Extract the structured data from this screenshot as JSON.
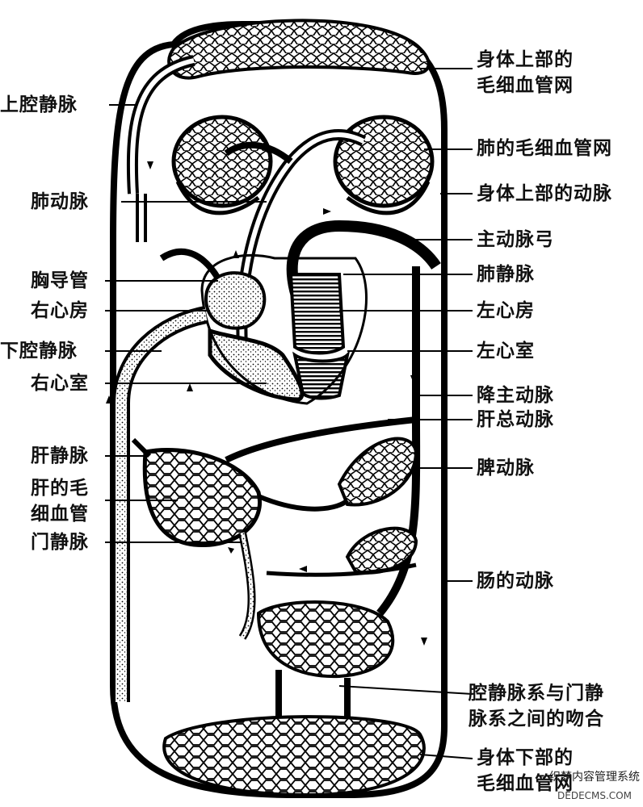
{
  "labels": {
    "upper_capillary": "身体上部的\n毛细血管网",
    "superior_vena_cava": "上腔静脉",
    "pulmonary_capillary": "肺的毛细血管网",
    "upper_artery": "身体上部的动脉",
    "pulmonary_artery": "肺动脉",
    "aortic_arch": "主动脉弓",
    "pulmonary_vein": "肺静脉",
    "thoracic_duct": "胸导管",
    "right_atrium": "右心房",
    "left_atrium": "左心房",
    "inferior_vena_cava": "下腔静脉",
    "left_ventricle": "左心室",
    "right_ventricle": "右心室",
    "descending_aorta": "降主动脉",
    "hepatic_artery": "肝总动脉",
    "hepatic_vein": "肝静脉",
    "splenic_artery": "脾动脉",
    "liver_capillary_1": "肝的毛",
    "liver_capillary_2": "细血管",
    "portal_vein": "门静脉",
    "intestinal_artery": "肠的动脉",
    "anastomosis_1": "腔静脉系与门静",
    "anastomosis_2": "脉系之间的吻合",
    "lower_capillary_1": "身体下部的",
    "lower_capillary_2": "毛细血管网"
  },
  "watermark": {
    "line1": "织梦内容管理系统",
    "line2": "DEDECMS.COM"
  }
}
